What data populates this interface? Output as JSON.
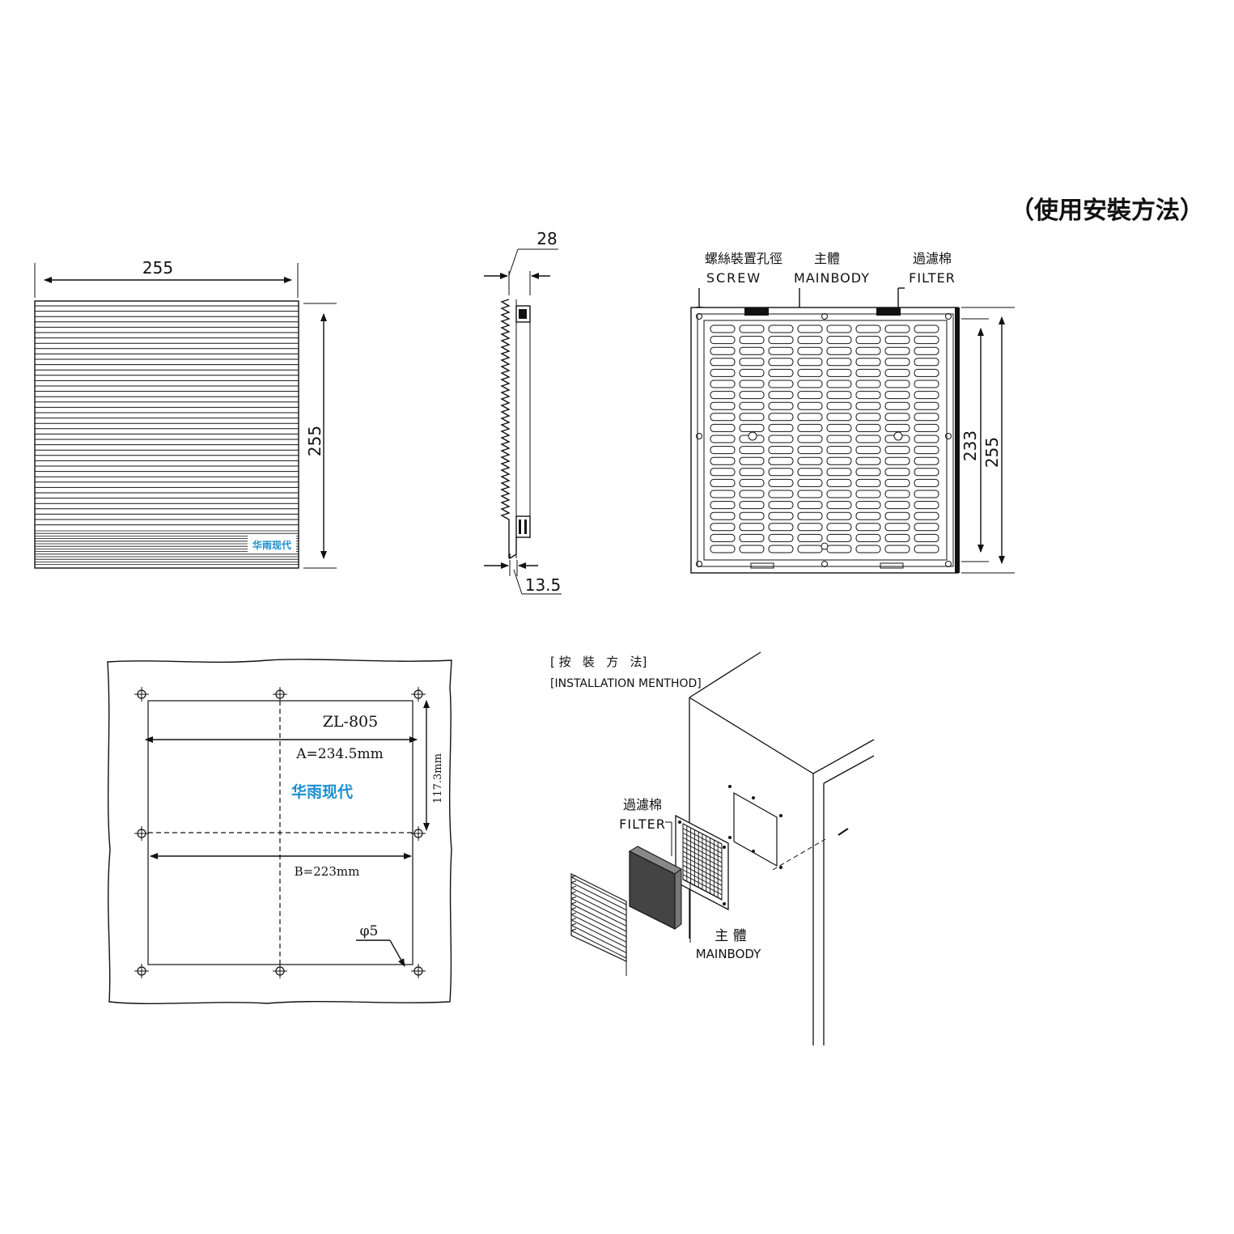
{
  "heading": "（使用安裝方法）",
  "front_view": {
    "width_dim": "255",
    "height_dim": "255",
    "brand": "华雨现代"
  },
  "side_view": {
    "depth_dim": "28",
    "lip_dim": "13.5"
  },
  "back_view": {
    "screw_cn": "螺絲裝置孔徑",
    "screw_en": "SCREW",
    "mainbody_cn": "主體",
    "mainbody_en": "MAINBODY",
    "filter_cn": "過濾棉",
    "filter_en": "FILTER",
    "inner_dim": "233",
    "outer_dim": "255"
  },
  "cutout": {
    "model": "ZL-805",
    "dim_a": "A=234.5mm",
    "dim_b": "B=223mm",
    "dim_half": "117.3mm",
    "hole": "φ5",
    "brand": "华雨现代"
  },
  "installation": {
    "title_cn": "[ 按   裝   方   法]",
    "title_en": "[INSTALLATION MENTHOD]",
    "filter_cn": "過濾棉",
    "filter_en": "FILTER",
    "mainbody_cn": "主 體",
    "mainbody_en": "MAINBODY"
  }
}
